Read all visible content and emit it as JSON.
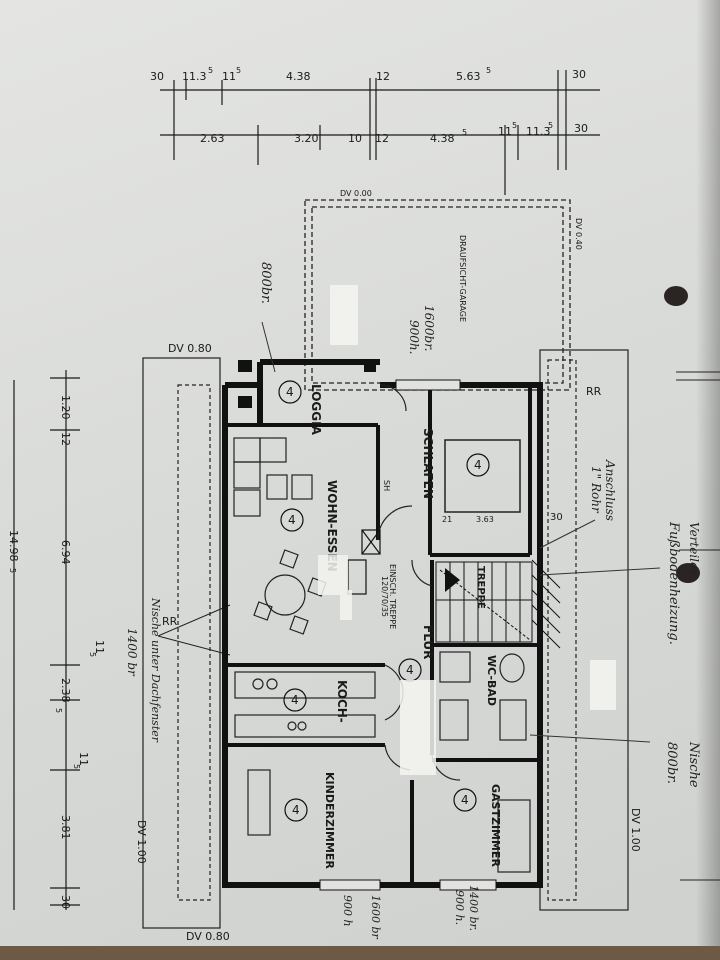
{
  "top_dimensions": {
    "row1": [
      "30",
      "11.3",
      "5",
      "11",
      "5",
      "4.38",
      "12",
      "5.63",
      "5",
      "30"
    ],
    "row2": [
      "2.63",
      "3.20",
      "10",
      "12",
      "4.38",
      "5",
      "11",
      "5",
      "11.3",
      "5",
      "30"
    ]
  },
  "left_dimensions": [
    "1.20",
    "12",
    "6.94",
    "14.98",
    "5",
    "11",
    "5",
    "2.38",
    "5",
    "11",
    "5",
    "3.81",
    "30"
  ],
  "dv_labels": [
    "DV 0.80",
    "DV 0.80",
    "DV 1.00",
    "DV 1.00",
    "DV 0.00",
    "DV 0.40"
  ],
  "garage": {
    "label": "DRAUFSICHT-GARAGE",
    "window_note_1": "1600br.",
    "window_note_2": "900h."
  },
  "rooms": {
    "loggia": "LOGGIA",
    "wohn_essen": "WOHN-ESSEN",
    "schlafen": "SCHLAFEN",
    "treppe": "TREPPE",
    "flur": "FLUR",
    "bad": "WC-BAD",
    "koch": "KOCH-",
    "kinder": "KINDERZIMMER",
    "gast": "GASTZIMMER"
  },
  "room_marker": "4",
  "small_labels": {
    "rr_right": "RR",
    "rr_left": "RR",
    "dim_21": "21",
    "dim_363": "3.63",
    "dim_30": "30",
    "einsch": "EINSCH. TREPPE",
    "einsch_dim": "120/70/35",
    "sh": "SH"
  },
  "handwritten": {
    "loggia_width": "800br.",
    "anschluss_1": "Anschluss",
    "anschluss_2": "1\" Rohr",
    "verteiler": "Verteiler",
    "fussboden": "Fußbodenheizung.",
    "nische_left": "Nische unter Dachfenster",
    "nische_left_width": "1400 br",
    "nische_right": "Nische",
    "nische_right_width": "800br.",
    "kinder_window_1": "1600 br",
    "kinder_window_2": "900 h",
    "gast_window_1": "1400 br.",
    "gast_window_2": "900 h."
  }
}
